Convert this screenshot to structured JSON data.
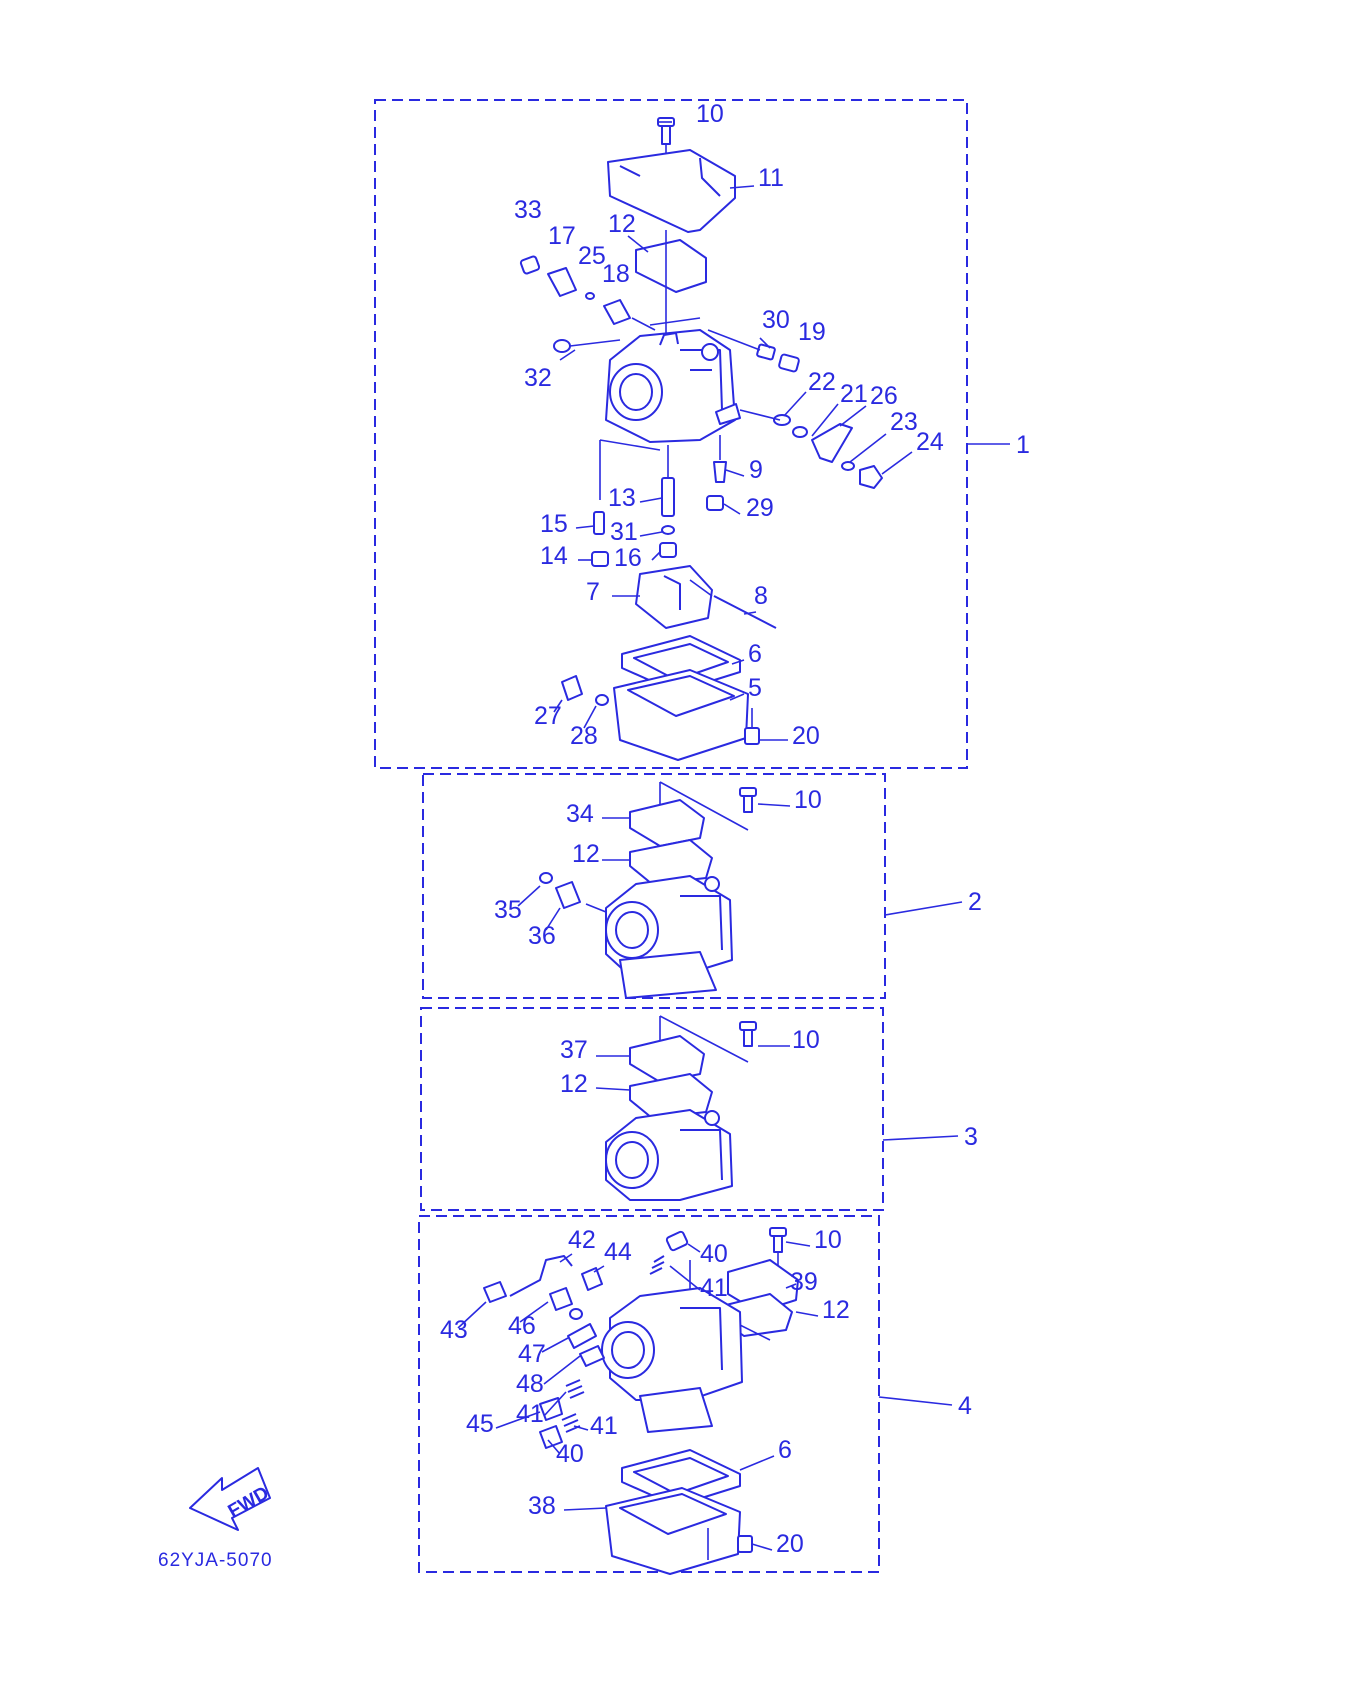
{
  "diagram_code": "62YJA-5070",
  "fwd_label": "FWD",
  "colors": {
    "ink": "#2a2ae0",
    "background": "#ffffff"
  },
  "assemblies": [
    {
      "id": "1",
      "label": "1"
    },
    {
      "id": "2",
      "label": "2"
    },
    {
      "id": "3",
      "label": "3"
    },
    {
      "id": "4",
      "label": "4"
    }
  ],
  "callouts": {
    "a1": [
      "10",
      "11",
      "12",
      "33",
      "17",
      "25",
      "18",
      "30",
      "19",
      "32",
      "22",
      "21",
      "26",
      "23",
      "24",
      "9",
      "13",
      "29",
      "15",
      "31",
      "14",
      "16",
      "7",
      "8",
      "6",
      "5",
      "27",
      "28",
      "20"
    ],
    "a2": [
      "10",
      "34",
      "12",
      "35",
      "36"
    ],
    "a3": [
      "37",
      "10",
      "12"
    ],
    "a4": [
      "42",
      "44",
      "40",
      "10",
      "41",
      "39",
      "43",
      "46",
      "12",
      "47",
      "48",
      "41",
      "45",
      "41",
      "40",
      "6",
      "38",
      "20"
    ]
  }
}
